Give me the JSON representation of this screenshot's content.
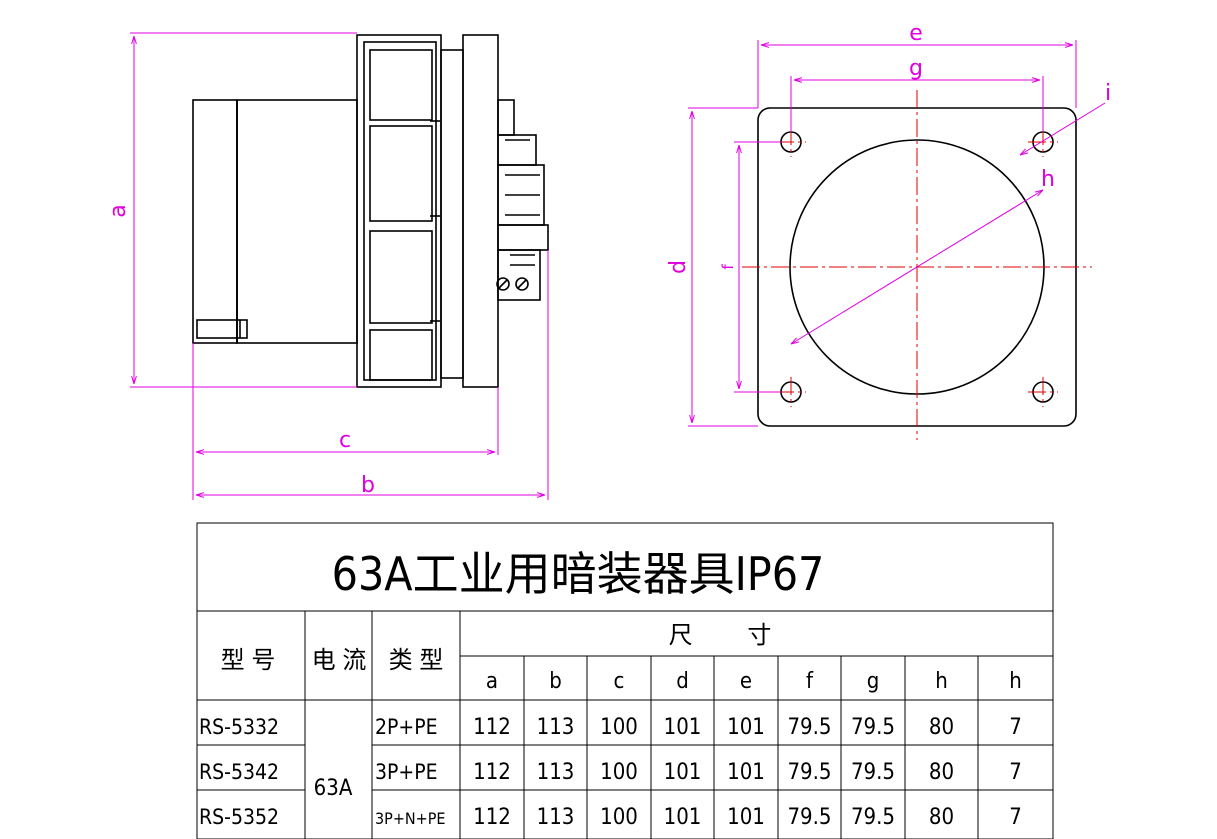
{
  "drawing": {
    "dimension_labels": {
      "a": "a",
      "b": "b",
      "c": "c",
      "d": "d",
      "e": "e",
      "f": "f",
      "g": "g",
      "h": "h",
      "i": "i"
    },
    "colors": {
      "outline": "#000000",
      "dimension": "#e000e0",
      "centerline": "#e00000"
    }
  },
  "table": {
    "title": "63A工业用暗装器具IP67",
    "headers": {
      "model": "型 号",
      "current": "电 流",
      "type": "类 型",
      "dimensions": "尺        寸"
    },
    "dim_columns": [
      "a",
      "b",
      "c",
      "d",
      "e",
      "f",
      "g",
      "h",
      "h"
    ],
    "current_value": "63A",
    "rows": [
      {
        "model": "RS-5332",
        "type": "2P+PE",
        "values": [
          "112",
          "113",
          "100",
          "101",
          "101",
          "79.5",
          "79.5",
          "80",
          "7"
        ]
      },
      {
        "model": "RS-5342",
        "type": "3P+PE",
        "values": [
          "112",
          "113",
          "100",
          "101",
          "101",
          "79.5",
          "79.5",
          "80",
          "7"
        ]
      },
      {
        "model": "RS-5352",
        "type": "3P+N+PE",
        "values": [
          "112",
          "113",
          "100",
          "101",
          "101",
          "79.5",
          "79.5",
          "80",
          "7"
        ]
      }
    ]
  }
}
